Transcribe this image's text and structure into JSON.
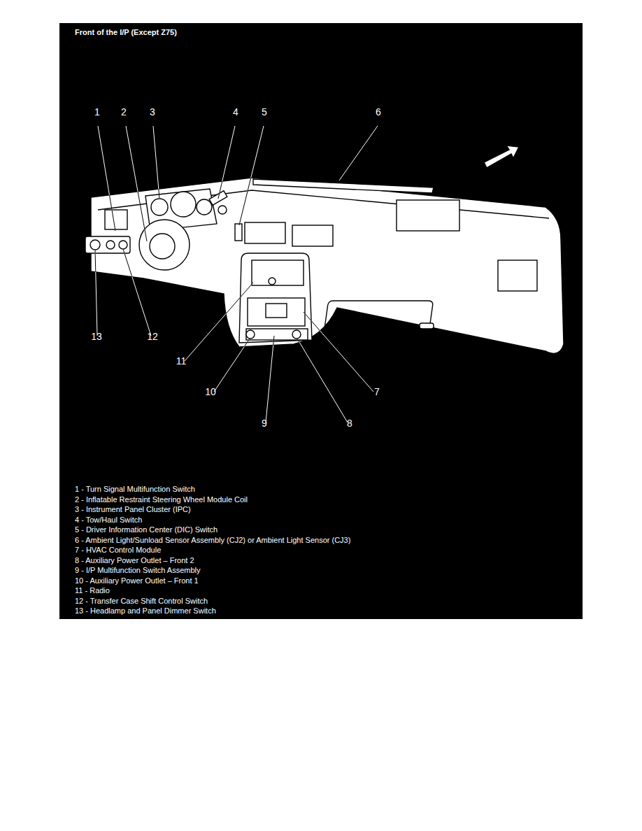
{
  "diagram": {
    "title": "Front of the I/P (Except Z75)",
    "labels": [
      "1",
      "2",
      "3",
      "4",
      "5",
      "6",
      "13",
      "12",
      "11",
      "10",
      "9",
      "8",
      "7",
      "1 - Turn Signal Multifunction Switch",
      "2 - Inflatable Restraint Steering Wheel Module Coil",
      "3 - Instrument Panel Cluster (IPC)",
      "4 - Tow/Haul Switch",
      "5 - Driver Information Center (DIC) Switch",
      "6 - Ambient Light/Sunload Sensor Assembly (CJ2) or Ambient Light Sensor (CJ3)",
      "7 - HVAC Control Module",
      "8 - Auxiliary Power Outlet – Front 2",
      "9 - I/P Multifunction Switch Assembly",
      "10 - Auxiliary Power Outlet – Front 1",
      "11 - Radio",
      "12 - Transfer Case Shift Control Switch",
      "13 - Headlamp and Panel Dimmer Switch"
    ]
  }
}
